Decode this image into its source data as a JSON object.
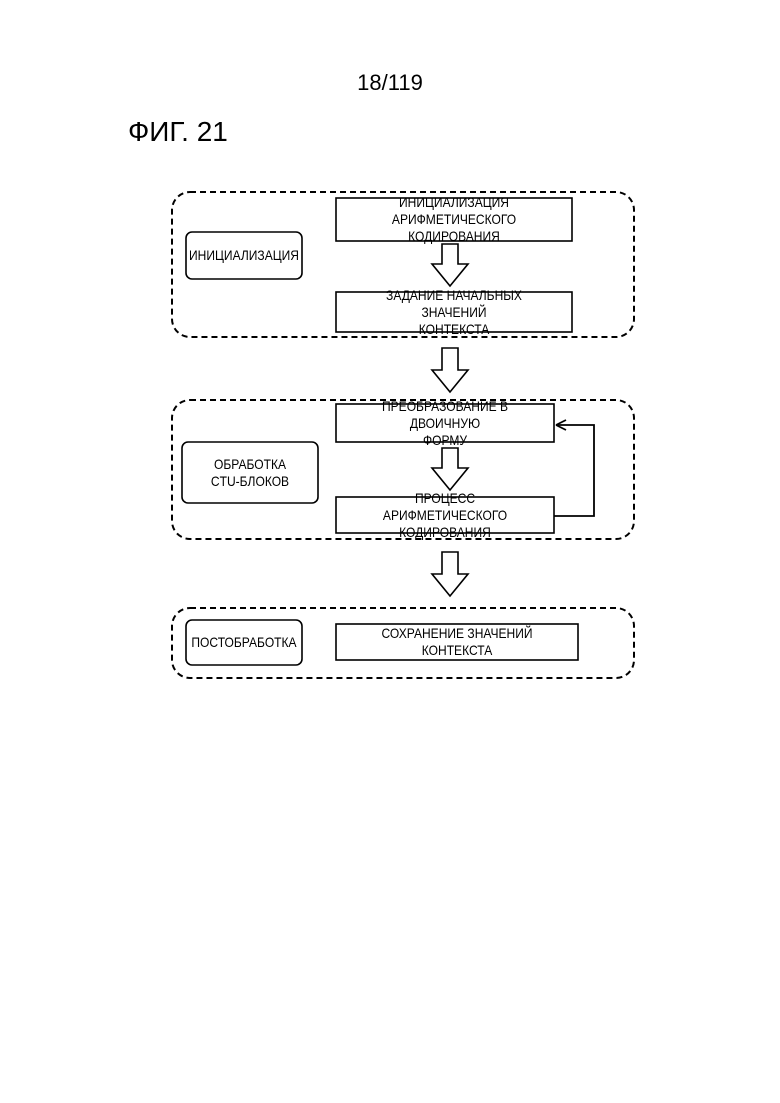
{
  "page_number": "18/119",
  "figure_title": "ФИГ. 21",
  "stages": {
    "initialization": {
      "label": "ИНИЦИАЛИЗАЦИЯ",
      "steps": [
        {
          "line1": "ИНИЦИАЛИЗАЦИЯ",
          "line2": "АРИФМЕТИЧЕСКОГО КОДИРОВАНИЯ"
        },
        {
          "line1": "ЗАДАНИЕ НАЧАЛЬНЫХ ЗНАЧЕНИЙ",
          "line2": "КОНТЕКСТА"
        }
      ]
    },
    "ctu_processing": {
      "label_line1": "ОБРАБОТКА",
      "label_line2": "CTU-БЛОКОВ",
      "steps": [
        {
          "line1": "ПРЕОБРАЗОВАНИЕ В ДВОИЧНУЮ",
          "line2": "ФОРМУ"
        },
        {
          "line1": "ПРОЦЕСС АРИФМЕТИЧЕСКОГО",
          "line2": "КОДИРОВАНИЯ"
        }
      ]
    },
    "postprocessing": {
      "label": "ПОСТОБРАБОТКА",
      "steps": [
        {
          "line1": "СОХРАНЕНИЕ ЗНАЧЕНИЙ КОНТЕКСТА"
        }
      ]
    }
  }
}
